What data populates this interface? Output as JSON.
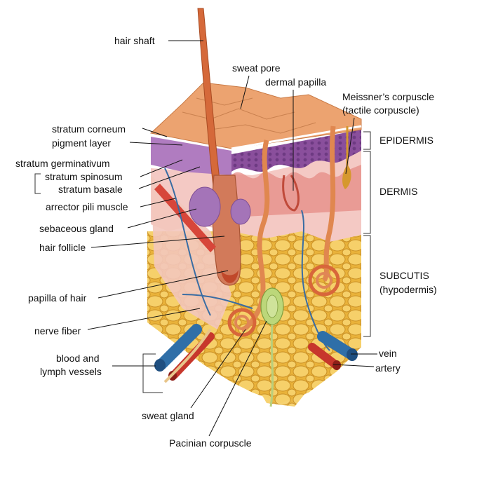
{
  "labels": {
    "hair_shaft": "hair shaft",
    "sweat_pore": "sweat pore",
    "dermal_papilla": "dermal papilla",
    "meissner_line1": "Meissner’s corpuscle",
    "meissner_line2": "(tactile corpuscle)",
    "stratum_corneum": "stratum corneum",
    "pigment_layer": "pigment layer",
    "stratum_germinativum": "stratum germinativum",
    "stratum_spinosum": "stratum spinosum",
    "stratum_basale": "stratum basale",
    "arrector_pili": "arrector pili muscle",
    "sebaceous_gland": "sebaceous gland",
    "hair_follicle": "hair follicle",
    "papilla_of_hair": "papilla of hair",
    "nerve_fiber": "nerve fiber",
    "vessels_line1": "blood and",
    "vessels_line2": "lymph vessels",
    "sweat_gland": "sweat gland",
    "pacinian": "Pacinian corpuscle",
    "vein": "vein",
    "artery": "artery",
    "epidermis": "EPIDERMIS",
    "dermis": "DERMIS",
    "subcutis_line1": "SUBCUTIS",
    "subcutis_line2": "(hypodermis)"
  },
  "colors": {
    "epidermis_top": "#e9a36f",
    "epidermis_purple": "#8f5fa8",
    "dermis_pink": "#f2c4c0",
    "subcutis_yellow": "#f1c04e",
    "hair": "#d26a3a",
    "vein_blue": "#2f6fa8",
    "artery_red": "#c7372c"
  }
}
